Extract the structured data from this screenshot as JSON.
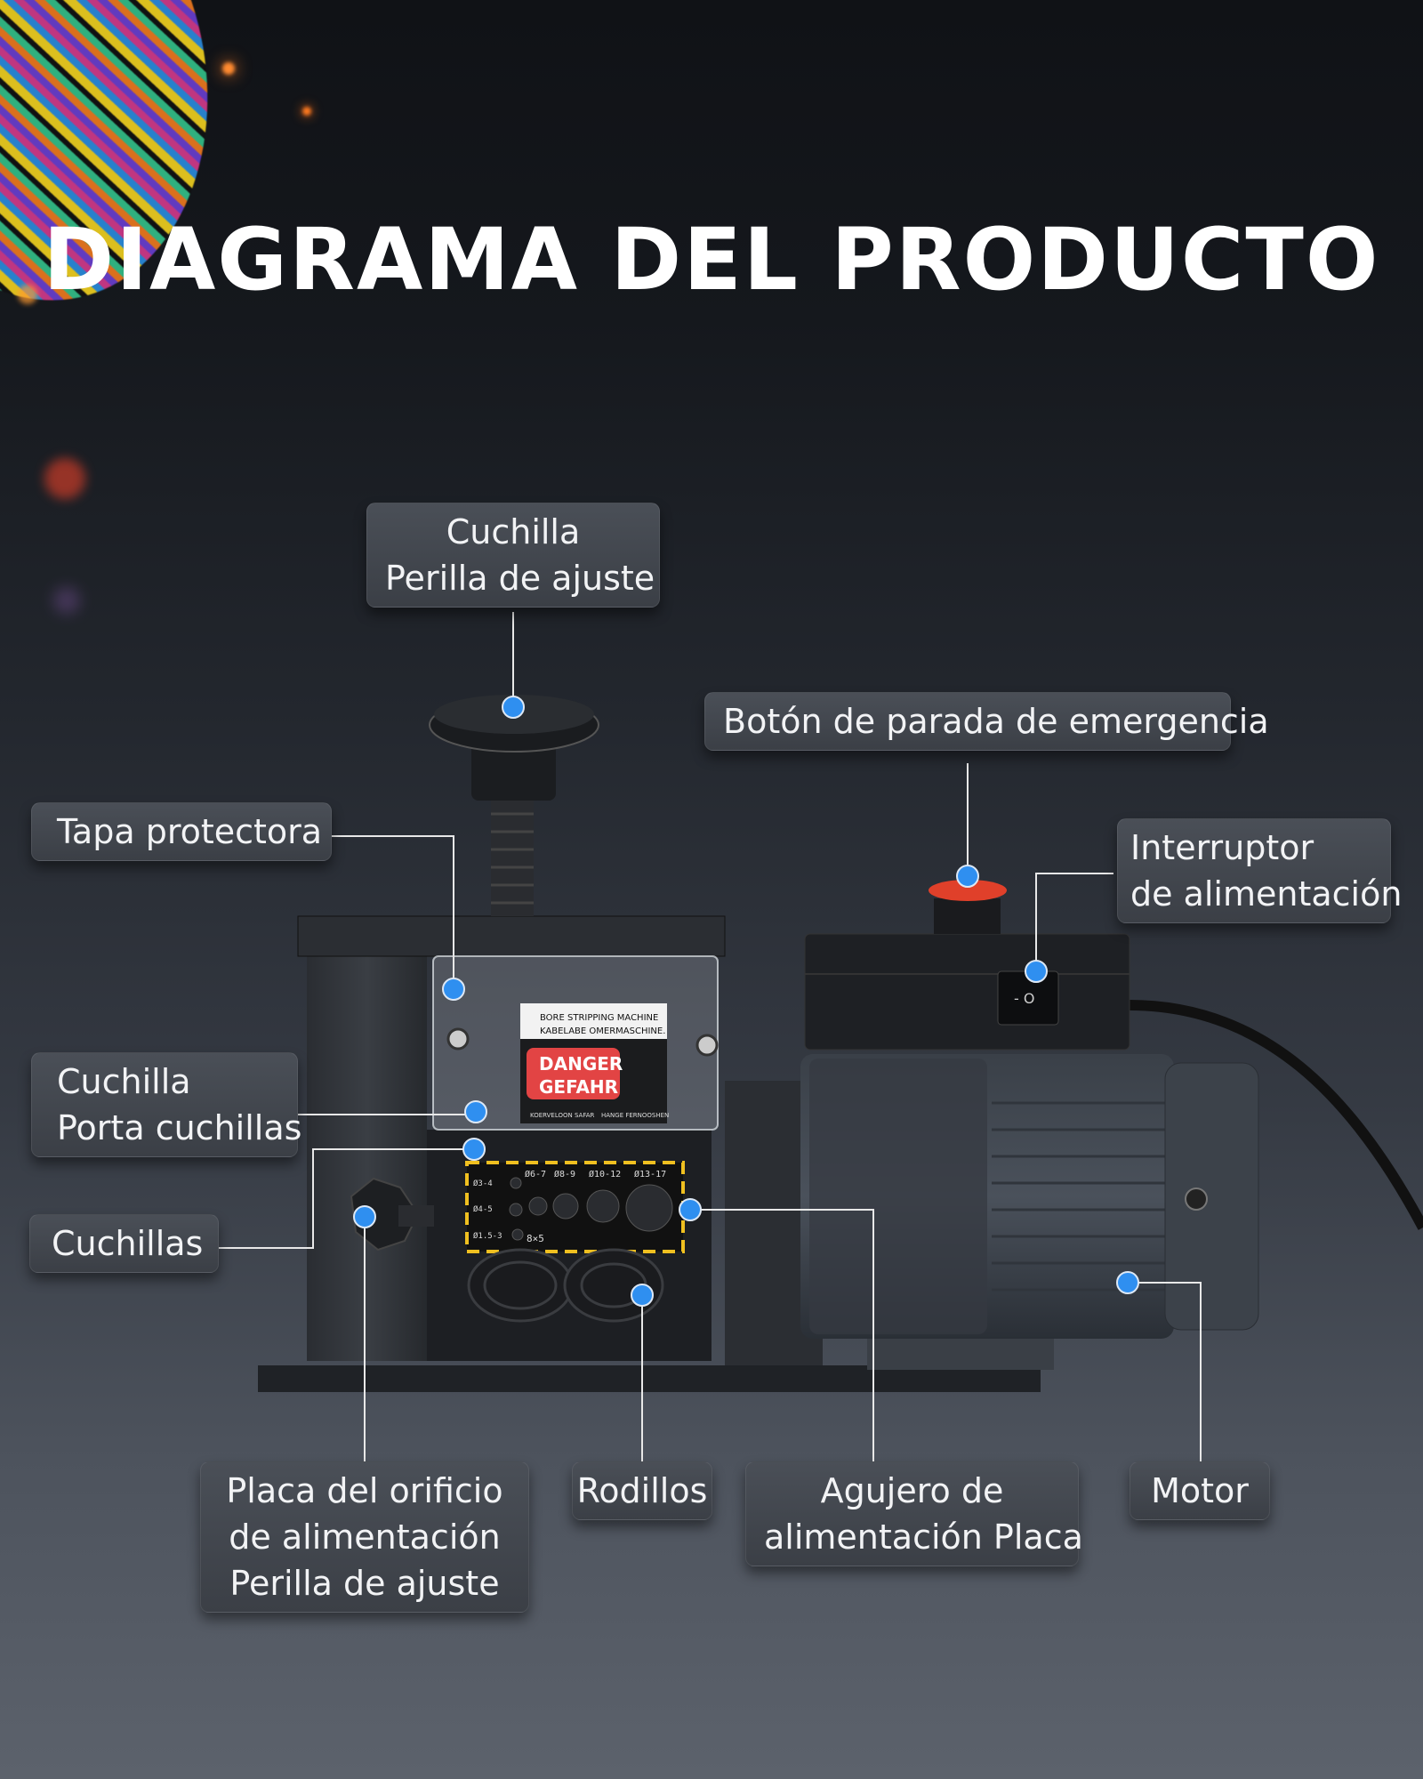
{
  "title": "DIAGRAMA DEL PRODUCTO",
  "labels": {
    "knob": {
      "line1": "Cuchilla",
      "line2": "Perilla de ajuste"
    },
    "emergency": {
      "line1": "Botón de parada de emergencia"
    },
    "cover": {
      "line1": "Tapa protectora"
    },
    "power_switch": {
      "line1": "Interruptor",
      "line2": "de alimentación"
    },
    "blade_holder": {
      "line1": "Cuchilla",
      "line2": "Porta cuchillas"
    },
    "blades": {
      "line1": "Cuchillas"
    },
    "feed_knob": {
      "line1": "Placa del orificio",
      "line2": "de alimentación",
      "line3": "Perilla de ajuste"
    },
    "rollers": {
      "line1": "Rodillos"
    },
    "feed_plate": {
      "line1": "Agujero de",
      "line2": "alimentación Placa"
    },
    "motor": {
      "line1": "Motor"
    }
  },
  "machine": {
    "sticker_line1": "BORE STRIPPING MACHINE",
    "sticker_line2": "KABELABE OMERMASCHINE.",
    "danger1": "DANGER",
    "danger2": "GEFAHR",
    "sticker_footer1": "KOERVELOON SAFAR",
    "sticker_footer2": "HANGE FERNOOSHEN",
    "hole_sizes_top": [
      "Ø6-7",
      "Ø8-9",
      "Ø10-12",
      "Ø13-17"
    ],
    "hole_sizes_left": [
      "Ø3-4",
      "Ø4-5",
      "Ø1.5-3"
    ],
    "hole_size_flat": "8×5",
    "switch_marks": "- O"
  },
  "colors": {
    "dot": "#2f8ff0",
    "stop_button": "#e0402a",
    "danger": "#e24444",
    "frame": "#f0c020"
  }
}
